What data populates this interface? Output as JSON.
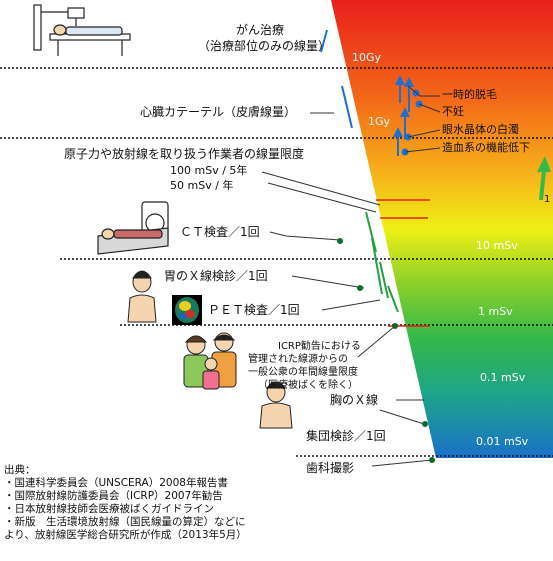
{
  "items": {
    "cancer": {
      "title": "がん治療",
      "sub": "（治療部位のみの線量）"
    },
    "cardiac": "心臓カテーテル（皮膚線量）",
    "worker": {
      "title": "原子力や放射線を取り扱う作業者の線量限度",
      "line1": "100 mSv / 5年",
      "line2": "50 mSv / 年"
    },
    "ct": "ＣＴ検査／1回",
    "stomach": "胃のＸ線検診／1回",
    "pet": "ＰＥＴ検査／1回",
    "icrp": {
      "l1": "ICRP勧告における",
      "l2": "管理された線源からの",
      "l3": "一般公衆の年間線量限度",
      "l4": "（医療被ばくを除く）"
    },
    "chest": {
      "l1": "胸のＸ線",
      "l2": "集団検診／1回"
    },
    "dental": "歯科撮影"
  },
  "effects": [
    "一時的脱毛",
    "不妊",
    "眼水晶体の白濁",
    "造血系の機能低下"
  ],
  "scale_labels": [
    "10Gy",
    "1Gy",
    "10 mSv",
    "1 mSv",
    "0.1 mSv",
    "0.01 mSv"
  ],
  "edge_label": "1",
  "source": {
    "heading": "出典：",
    "lines": [
      "・国連科学委員会（UNSCERA）2008年報告書",
      "・国際放射線防護委員会（ICRP）2007年勧告",
      "・日本放射線技師会医療被ばくガイドライン",
      "・新版　生活環境放射線（国民線量の算定）などに",
      "より、放射線医学総合研究所が作成（2013年5月）"
    ]
  },
  "colors": {
    "red": "#e8201c",
    "orange": "#f6a21a",
    "yellow": "#eef015",
    "green": "#34b84a",
    "blue": "#1a70c8",
    "accent": "#1e6fd0",
    "marker": "#0e6a2b"
  },
  "icons": [
    "treatment-bed-icon",
    "ct-scanner-icon",
    "man-icon",
    "pet-brain-scan-icon",
    "family-icon",
    "chest-xray-icon"
  ]
}
